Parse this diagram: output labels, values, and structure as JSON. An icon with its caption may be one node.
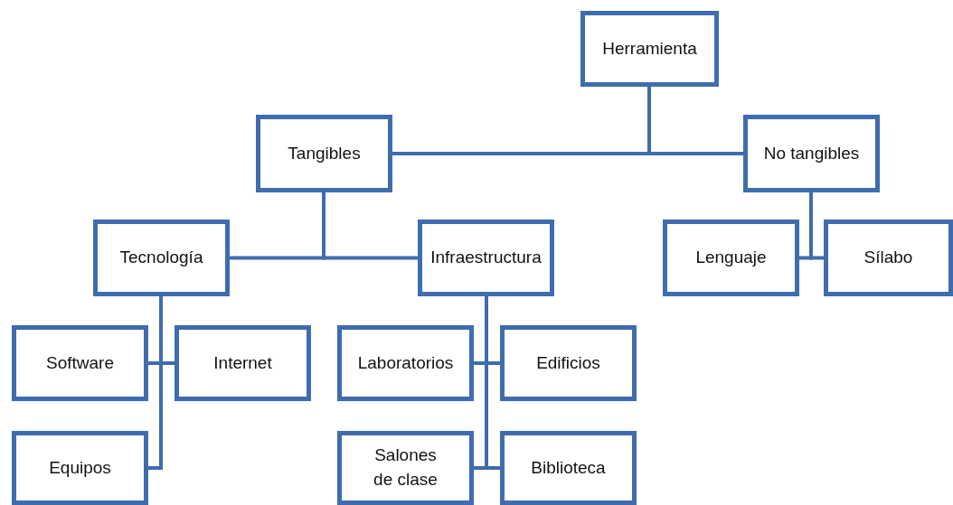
{
  "diagram": {
    "nodes": [
      {
        "text": [
          "Herramienta"
        ]
      },
      {
        "text": [
          "Tangibles"
        ]
      },
      {
        "text": [
          "No tangibles"
        ]
      },
      {
        "text": [
          "Tecnología"
        ]
      },
      {
        "text": [
          "Infraestructura"
        ]
      },
      {
        "text": [
          "Lenguaje"
        ]
      },
      {
        "text": [
          "Sílabo"
        ]
      },
      {
        "text": [
          "Software"
        ]
      },
      {
        "text": [
          "Internet"
        ]
      },
      {
        "text": [
          "Laboratorios"
        ]
      },
      {
        "text": [
          "Edificios"
        ]
      },
      {
        "text": [
          "Equipos"
        ]
      },
      {
        "text": [
          "Salones de clase"
        ]
      },
      {
        "text": [
          "Biblioteca"
        ]
      }
    ],
    "edges": [
      {
        "from": 0,
        "to": 1,
        "arrow": "none"
      },
      {
        "from": 0,
        "to": 2,
        "arrow": "none"
      },
      {
        "from": 1,
        "to": 3,
        "arrow": "none"
      },
      {
        "from": 1,
        "to": 4,
        "arrow": "none"
      },
      {
        "from": 2,
        "to": 5,
        "arrow": "none"
      },
      {
        "from": 2,
        "to": 6,
        "arrow": "none"
      },
      {
        "from": 3,
        "to": 7,
        "arrow": "none"
      },
      {
        "from": 3,
        "to": 8,
        "arrow": "none"
      },
      {
        "from": 3,
        "to": 11,
        "arrow": "none"
      },
      {
        "from": 4,
        "to": 9,
        "arrow": "none"
      },
      {
        "from": 4,
        "to": 10,
        "arrow": "none"
      },
      {
        "from": 4,
        "to": 12,
        "arrow": "none"
      },
      {
        "from": 4,
        "to": 13,
        "arrow": "none"
      }
    ]
  }
}
